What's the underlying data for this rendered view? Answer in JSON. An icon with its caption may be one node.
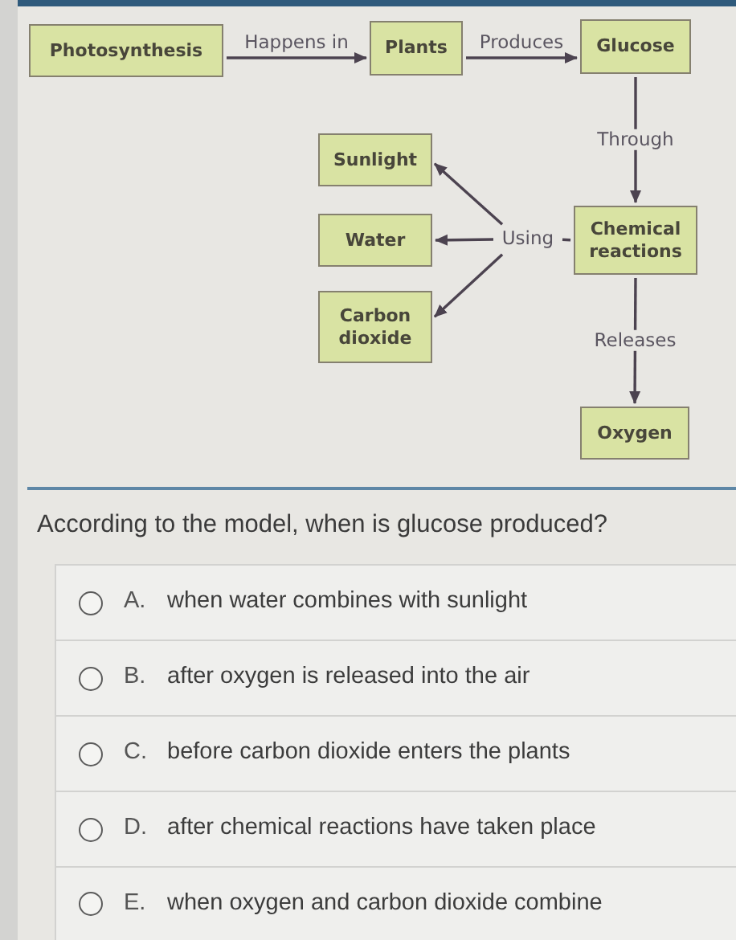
{
  "diagram": {
    "nodes": [
      {
        "text": [
          "Photosynthesis"
        ]
      },
      {
        "text": [
          "Plants"
        ]
      },
      {
        "text": [
          "Glucose"
        ]
      },
      {
        "text": [
          "Sunlight"
        ]
      },
      {
        "text": [
          "Water"
        ]
      },
      {
        "text": [
          "Using"
        ]
      },
      {
        "text": [
          "Chemical reactions"
        ]
      },
      {
        "text": [
          "Carbon dioxide"
        ]
      },
      {
        "text": [
          "Oxygen"
        ]
      }
    ],
    "edges": [
      {
        "from": 0,
        "to": 1,
        "arrow": "to",
        "label": "Happens in"
      },
      {
        "from": 1,
        "to": 2,
        "arrow": "to",
        "label": "Produces"
      },
      {
        "from": 2,
        "to": 6,
        "arrow": "to",
        "label": "Through"
      },
      {
        "from": 6,
        "to": 5,
        "arrow": "none"
      },
      {
        "from": 5,
        "to": 3,
        "arrow": "to"
      },
      {
        "from": 5,
        "to": 4,
        "arrow": "to"
      },
      {
        "from": 5,
        "to": 7,
        "arrow": "to"
      },
      {
        "from": 6,
        "to": 8,
        "arrow": "to",
        "label": "Releases"
      }
    ],
    "labels": [
      "According to the model, when is glucose produced?",
      "A.",
      "when water combines with sunlight",
      "B.",
      "after oxygen is released into the air",
      "C.",
      "before carbon dioxide enters the plants",
      "D.",
      "after chemical reactions have taken place",
      "E.",
      "when oxygen and carbon dioxide combine"
    ]
  }
}
